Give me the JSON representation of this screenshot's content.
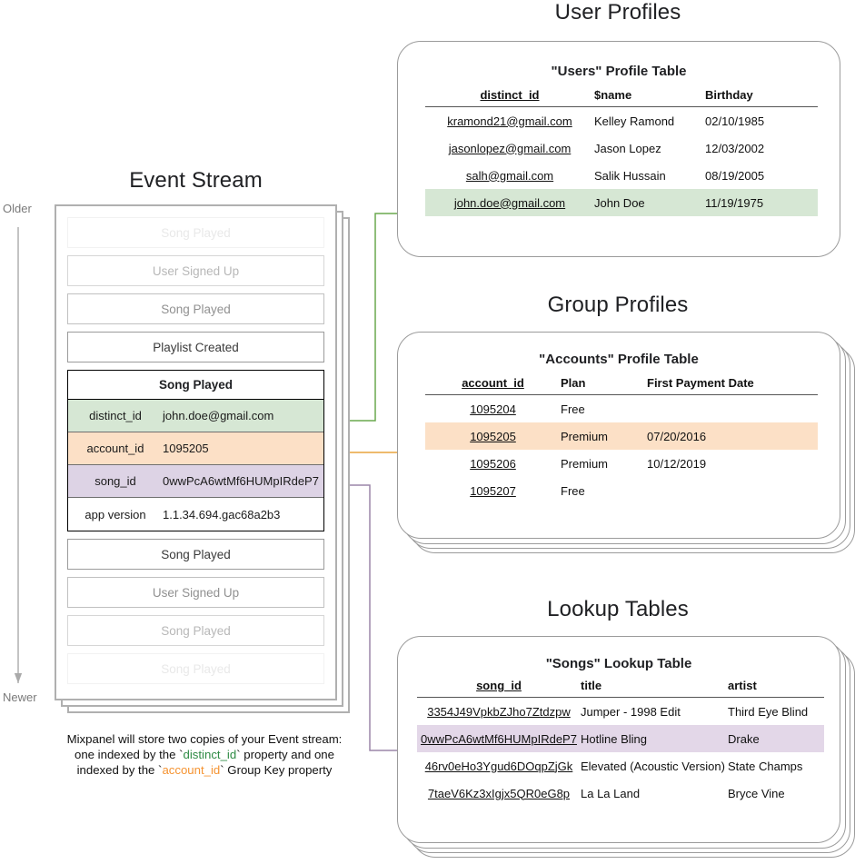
{
  "sections": {
    "event_stream_title": "Event Stream",
    "user_profiles_title": "User Profiles",
    "group_profiles_title": "Group Profiles",
    "lookup_tables_title": "Lookup Tables"
  },
  "timeline": {
    "older_label": "Older",
    "newer_label": "Newer"
  },
  "event_stream": {
    "rows_above": [
      {
        "label": "Song Played",
        "fade": "f1"
      },
      {
        "label": "User Signed Up",
        "fade": "f2"
      },
      {
        "label": "Song Played",
        "fade": "f3"
      },
      {
        "label": "Playlist Created",
        "fade": "f5"
      }
    ],
    "expanded_event": {
      "title": "Song Played",
      "properties": [
        {
          "key": "distinct_id",
          "value": "john.doe@gmail.com",
          "highlight": "green"
        },
        {
          "key": "account_id",
          "value": "1095205",
          "highlight": "orange"
        },
        {
          "key": "song_id",
          "value": "0wwPcA6wtMf6HUMpIRdeP7",
          "highlight": "purple"
        },
        {
          "key": "app version",
          "value": "1.1.34.694.gac68a2b3",
          "highlight": "plain"
        }
      ]
    },
    "rows_below": [
      {
        "label": "Song Played",
        "fade": "f5"
      },
      {
        "label": "User Signed Up",
        "fade": "f3"
      },
      {
        "label": "Song Played",
        "fade": "f2"
      },
      {
        "label": "Song Played",
        "fade": "f1"
      }
    ]
  },
  "caption": {
    "line1": "Mixpanel will store two copies of your Event stream:",
    "line2_pre": "one indexed by the `",
    "line2_token": "distinct_id",
    "line2_post": "` property and one",
    "line3_pre": "indexed by the `",
    "line3_token": "account_id",
    "line3_post": "` Group Key property"
  },
  "users_table": {
    "title": "\"Users\" Profile Table",
    "columns": [
      "distinct_id",
      "$name",
      "Birthday"
    ],
    "rows": [
      {
        "cells": [
          "kramond21@gmail.com",
          "Kelley Ramond",
          "02/10/1985"
        ],
        "highlight": ""
      },
      {
        "cells": [
          "jasonlopez@gmail.com",
          "Jason Lopez",
          "12/03/2002"
        ],
        "highlight": ""
      },
      {
        "cells": [
          "salh@gmail.com",
          "Salik Hussain",
          "08/19/2005"
        ],
        "highlight": ""
      },
      {
        "cells": [
          "john.doe@gmail.com",
          "John Doe",
          "11/19/1975"
        ],
        "highlight": "hl-green"
      }
    ]
  },
  "accounts_table": {
    "title": "\"Accounts\" Profile Table",
    "columns": [
      "account_id",
      "Plan",
      "First Payment Date"
    ],
    "rows": [
      {
        "cells": [
          "1095204",
          "Free",
          ""
        ],
        "highlight": ""
      },
      {
        "cells": [
          "1095205",
          "Premium",
          "07/20/2016"
        ],
        "highlight": "hl-orange"
      },
      {
        "cells": [
          "1095206",
          "Premium",
          "10/12/2019"
        ],
        "highlight": ""
      },
      {
        "cells": [
          "1095207",
          "Free",
          ""
        ],
        "highlight": ""
      }
    ]
  },
  "songs_table": {
    "title": "\"Songs\" Lookup Table",
    "columns": [
      "song_id",
      "title",
      "artist"
    ],
    "rows": [
      {
        "cells": [
          "3354J49VpkbZJho7Ztdzpw",
          "Jumper - 1998 Edit",
          "Third Eye Blind"
        ],
        "highlight": ""
      },
      {
        "cells": [
          "0wwPcA6wtMf6HUMpIRdeP7",
          "Hotline Bling",
          "Drake"
        ],
        "highlight": "hl-purple"
      },
      {
        "cells": [
          "46rv0eHo3Ygud6DOqpZjGk",
          "Elevated (Acoustic Version)",
          "State Champs"
        ],
        "highlight": ""
      },
      {
        "cells": [
          "7taeV6Kz3xIgjx5QR0eG8p",
          "La La Land",
          "Bryce Vine"
        ],
        "highlight": ""
      }
    ]
  },
  "colors": {
    "green": "#d6e7d4",
    "orange": "#fce0c6",
    "purple": "#ddd3e5",
    "green_line": "#6aa84f",
    "orange_line": "#e8a33d",
    "purple_line": "#9b86a8",
    "card_border": "#9b9b9b",
    "timeline": "#aaaaaa"
  }
}
